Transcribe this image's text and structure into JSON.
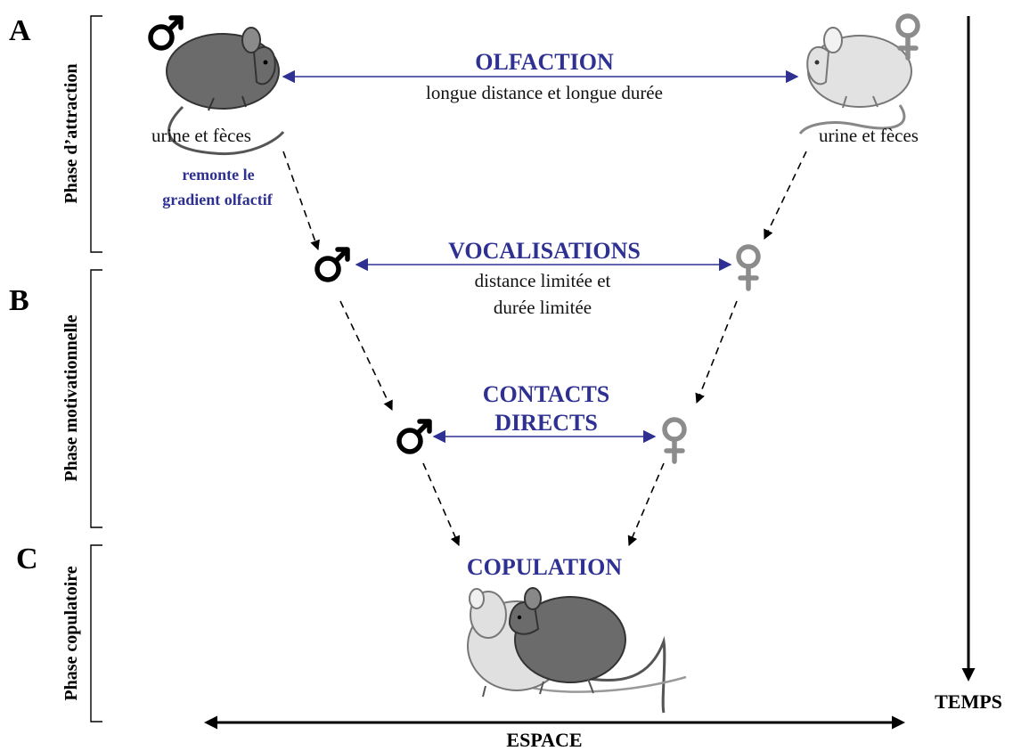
{
  "phases": {
    "a": {
      "letter": "A",
      "name": "Phase d’attraction"
    },
    "b": {
      "letter": "B",
      "name": "Phase motivationnelle"
    },
    "c": {
      "letter": "C",
      "name": "Phase copulatoire"
    }
  },
  "olfaction": {
    "title": "OLFACTION",
    "subtitle": "longue distance et longue durée",
    "male_caption": "urine et fèces",
    "female_caption": "urine et fèces"
  },
  "gradient_note": {
    "line1": "remonte le",
    "line2": "gradient olfactif"
  },
  "vocalisations": {
    "title": "VOCALISATIONS",
    "line1": "distance limitée et",
    "line2": "durée limitée"
  },
  "contacts": {
    "line1": "CONTACTS",
    "line2": "DIRECTS"
  },
  "copulation": {
    "title": "COPULATION"
  },
  "axes": {
    "time": "TEMPS",
    "space": "ESPACE"
  },
  "colors": {
    "accent_blue": "#2e3192",
    "male": "#000000",
    "female": "#8c8c8c",
    "male_mouse_fill": "#6b6b6b",
    "female_mouse_fill": "#e2e2e2"
  }
}
